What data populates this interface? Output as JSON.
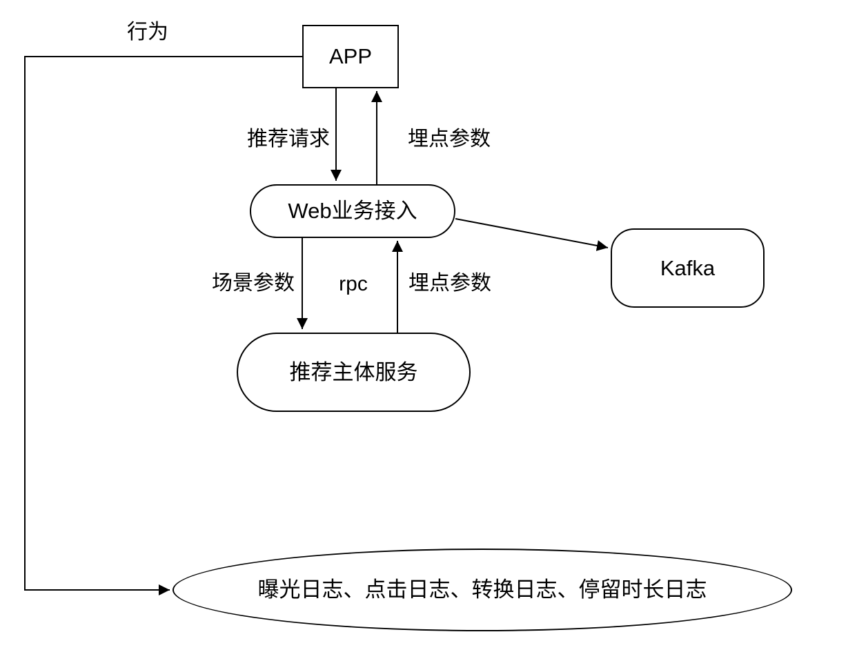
{
  "diagram": {
    "type": "flow-diagram",
    "colors": {
      "stroke": "#000000",
      "text": "#000000",
      "background": "#ffffff"
    },
    "nodes": {
      "app": {
        "label": "APP",
        "shape": "rectangle"
      },
      "web": {
        "label": "Web业务接入",
        "shape": "pill"
      },
      "kafka": {
        "label": "Kafka",
        "shape": "rounded-rectangle"
      },
      "rec": {
        "label": "推荐主体服务",
        "shape": "pill"
      },
      "logs": {
        "label": "曝光日志、点击日志、转换日志、停留时长日志",
        "shape": "ellipse"
      }
    },
    "edge_labels": {
      "behavior": "行为",
      "rec_request": "推荐请求",
      "tracking_params_top": "埋点参数",
      "scene_params": "场景参数",
      "rpc": "rpc",
      "tracking_params_mid": "埋点参数"
    },
    "edges": [
      {
        "from": "app",
        "to": "logs",
        "label_key": "behavior"
      },
      {
        "from": "app",
        "to": "web",
        "label_key": "rec_request"
      },
      {
        "from": "web",
        "to": "app",
        "label_key": "tracking_params_top"
      },
      {
        "from": "web",
        "to": "kafka",
        "label_key": ""
      },
      {
        "from": "web",
        "to": "rec",
        "label_key": "scene_params"
      },
      {
        "from": "rec",
        "to": "web",
        "label_key": "tracking_params_mid"
      }
    ]
  }
}
